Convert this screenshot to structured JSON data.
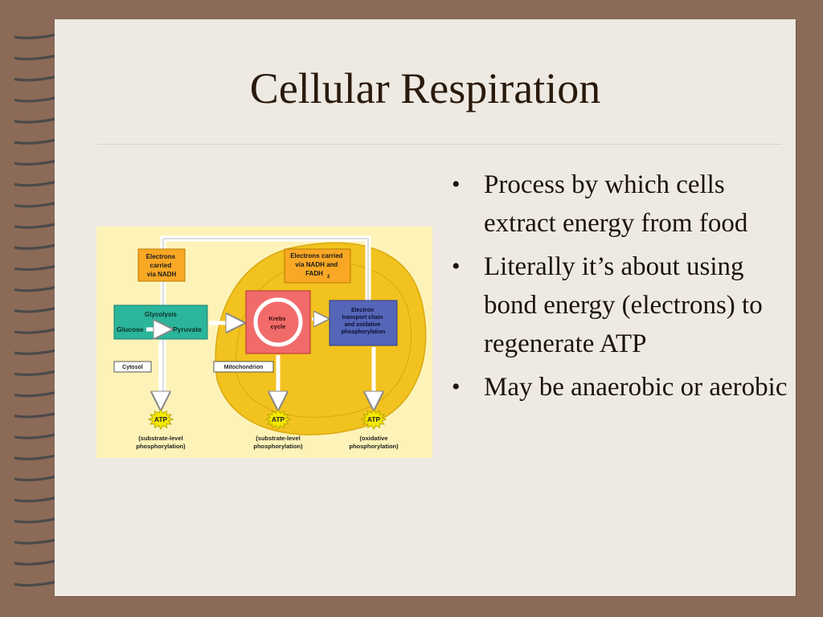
{
  "slide": {
    "title": "Cellular Respiration",
    "bullets": [
      "Process by which cells extract energy from food",
      "Literally it’s about using bond energy (electrons) to regenerate ATP",
      "May be anaerobic or aerobic"
    ]
  },
  "diagram": {
    "electrons_nadh": [
      "Electrons",
      "carried",
      "via NADH"
    ],
    "electrons_nadh_fadh": [
      "Electrons carried",
      "via NADH and",
      "FADH"
    ],
    "fadh_subscript": "2",
    "glycolysis": "Glycolysis",
    "glucose": "Glucose",
    "pyruvate": "Pyruvate",
    "krebs": [
      "Krebs",
      "cycle"
    ],
    "etc": [
      "Electron",
      "transport chain",
      "and oxidative",
      "phosphorylation"
    ],
    "cytosol": "Cytosol",
    "mitochondrion": "Mitochondrion",
    "atp_label": "ATP",
    "atp_captions": [
      [
        "(substrate-level",
        "phosphorylation)"
      ],
      [
        "(substrate-level",
        "phosphorylation)"
      ],
      [
        "(oxidative",
        "phosphorylation)"
      ]
    ]
  },
  "colors": {
    "background": "#8b6a58",
    "slide": "#eeeae3",
    "diagram_bg": "#fdf3b8",
    "mitochondrion": "#f2c21f",
    "glycolysis": "#2bb59a",
    "krebs_box": "#f26b6b",
    "etc_box": "#5565b8",
    "electrons_box": "#f9a825",
    "atp_star": "#f5e900"
  }
}
